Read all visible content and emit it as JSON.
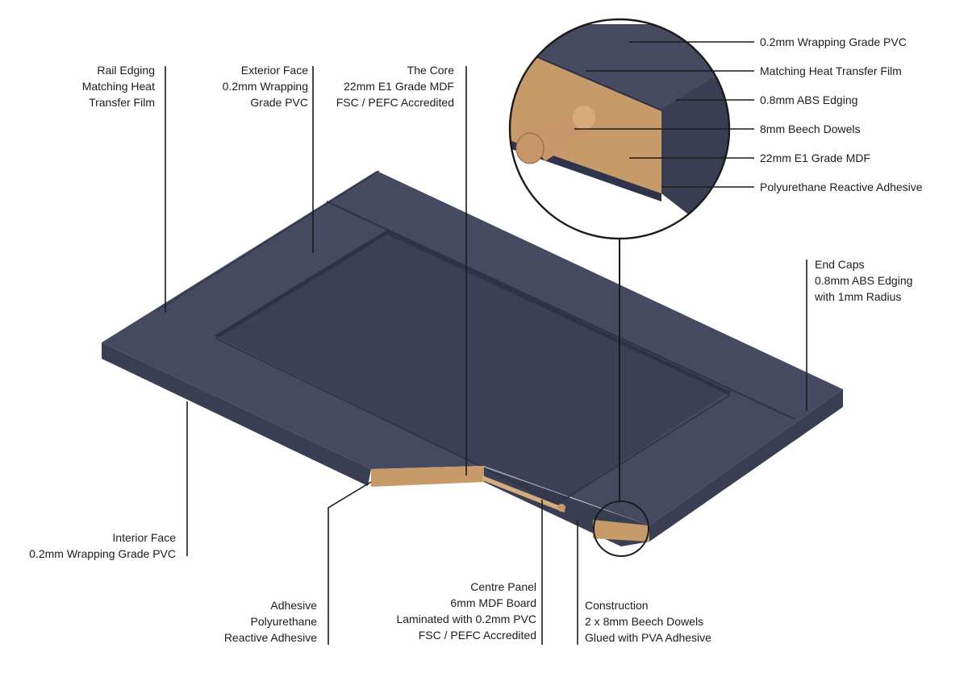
{
  "colors": {
    "board": "#464a60",
    "board_side": "#3a3e52",
    "board_dark": "#30344a",
    "groove": "#2e3246",
    "mdf": "#c79a6a",
    "mdf_light": "#d7ac7d",
    "dowel": "#c9956a",
    "line": "#1b1b1b"
  },
  "labels": {
    "rail_edging": [
      "Rail Edging",
      "Matching Heat",
      "Transfer Film"
    ],
    "exterior_face": [
      "Exterior Face",
      "0.2mm Wrapping",
      "Grade PVC"
    ],
    "the_core": [
      "The Core",
      "22mm E1 Grade MDF",
      "FSC / PEFC Accredited"
    ],
    "end_caps": [
      "End Caps",
      "0.8mm ABS Edging",
      "with 1mm Radius"
    ],
    "interior_face": [
      "Interior Face",
      "0.2mm Wrapping Grade PVC"
    ],
    "adhesive": [
      "Adhesive",
      "Polyurethane",
      "Reactive Adhesive"
    ],
    "centre_panel": [
      "Centre Panel",
      "6mm MDF Board",
      "Laminated with 0.2mm PVC",
      "FSC / PEFC Accredited"
    ],
    "construction": [
      "Construction",
      "2 x 8mm Beech Dowels",
      "Glued with PVA Adhesive"
    ]
  },
  "detail_labels": [
    "0.2mm Wrapping Grade PVC",
    "Matching Heat Transfer Film",
    "0.8mm ABS Edging",
    "8mm Beech Dowels",
    "22mm E1 Grade MDF",
    "Polyurethane Reactive Adhesive"
  ]
}
